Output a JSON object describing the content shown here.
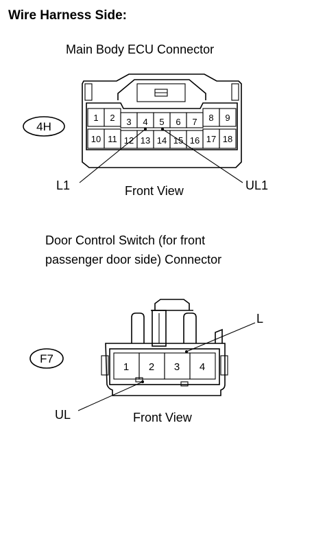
{
  "header": {
    "title": "Wire Harness Side:"
  },
  "connector_4h": {
    "title": "Main Body ECU Connector",
    "code": "4H",
    "view_label": "Front View",
    "pins_top": [
      "1",
      "2",
      "3",
      "4",
      "5",
      "6",
      "7",
      "8",
      "9"
    ],
    "pins_bottom": [
      "10",
      "11",
      "12",
      "13",
      "14",
      "15",
      "16",
      "17",
      "18"
    ],
    "wire_left": "L1",
    "wire_right": "UL1"
  },
  "connector_f7": {
    "title_line1": "Door Control Switch (for front",
    "title_line2": "passenger door side) Connector",
    "code": "F7",
    "view_label": "Front View",
    "pins": [
      "1",
      "2",
      "3",
      "4"
    ],
    "wire_left": "UL",
    "wire_right": "L"
  }
}
